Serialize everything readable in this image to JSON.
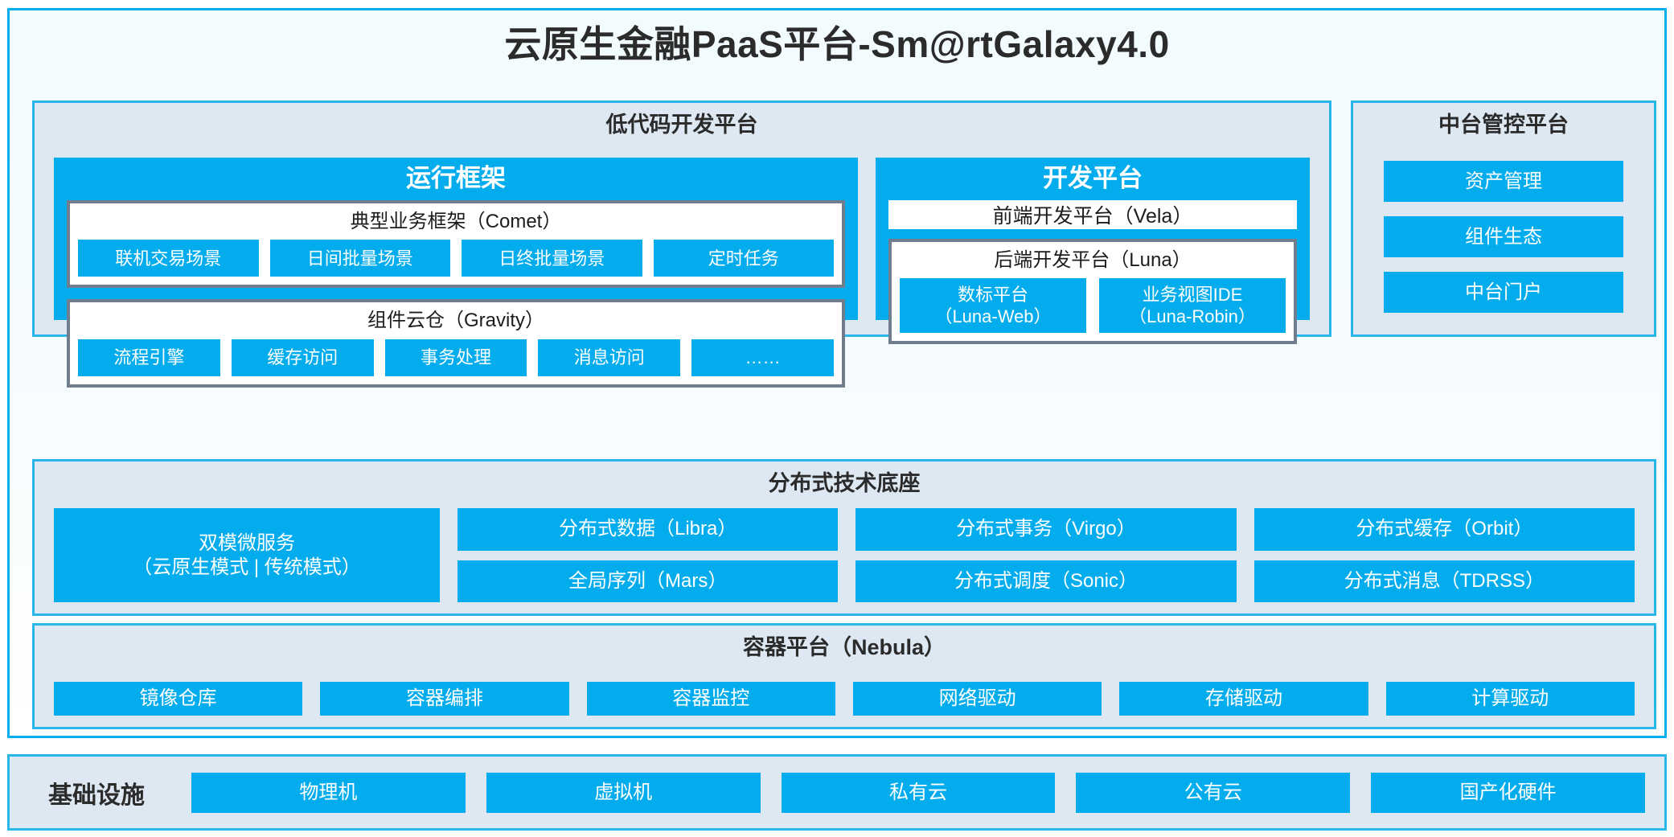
{
  "platform": {
    "title": "云原生金融PaaS平台-Sm@rtGalaxy4.0",
    "accent_color": "#03ACEC",
    "panel_bg_color": "#dee8f3",
    "border_color": "#29b6e8"
  },
  "lowcode": {
    "title": "低代码开发平台",
    "runtime": {
      "title": "运行框架",
      "comet": {
        "title": "典型业务框架（Comet）",
        "chips": [
          "联机交易场景",
          "日间批量场景",
          "日终批量场景",
          "定时任务"
        ]
      },
      "gravity": {
        "title": "组件云仓（Gravity）",
        "chips": [
          "流程引擎",
          "缓存访问",
          "事务处理",
          "消息访问",
          "……"
        ]
      }
    },
    "devplatform": {
      "title": "开发平台",
      "frontend": "前端开发平台（Vela）",
      "backend": {
        "title": "后端开发平台（Luna）",
        "chips": [
          {
            "line1": "数标平台",
            "line2": "（Luna-Web）"
          },
          {
            "line1": "业务视图IDE",
            "line2": "（Luna-Robin）"
          }
        ]
      }
    }
  },
  "midend": {
    "title": "中台管控平台",
    "items": [
      "资产管理",
      "组件生态",
      "中台门户"
    ]
  },
  "distributed": {
    "title": "分布式技术底座",
    "wide": {
      "line1": "双模微服务",
      "line2": "（云原生模式 | 传统模式）"
    },
    "columns": [
      [
        "分布式数据（Libra）",
        "全局序列（Mars）"
      ],
      [
        "分布式事务（Virgo）",
        "分布式调度（Sonic）"
      ],
      [
        "分布式缓存（Orbit）",
        "分布式消息（TDRSS）"
      ]
    ]
  },
  "container": {
    "title": "容器平台（Nebula）",
    "chips": [
      "镜像仓库",
      "容器编排",
      "容器监控",
      "网络驱动",
      "存储驱动",
      "计算驱动"
    ]
  },
  "infrastructure": {
    "label": "基础设施",
    "chips": [
      "物理机",
      "虚拟机",
      "私有云",
      "公有云",
      "国产化硬件"
    ]
  }
}
